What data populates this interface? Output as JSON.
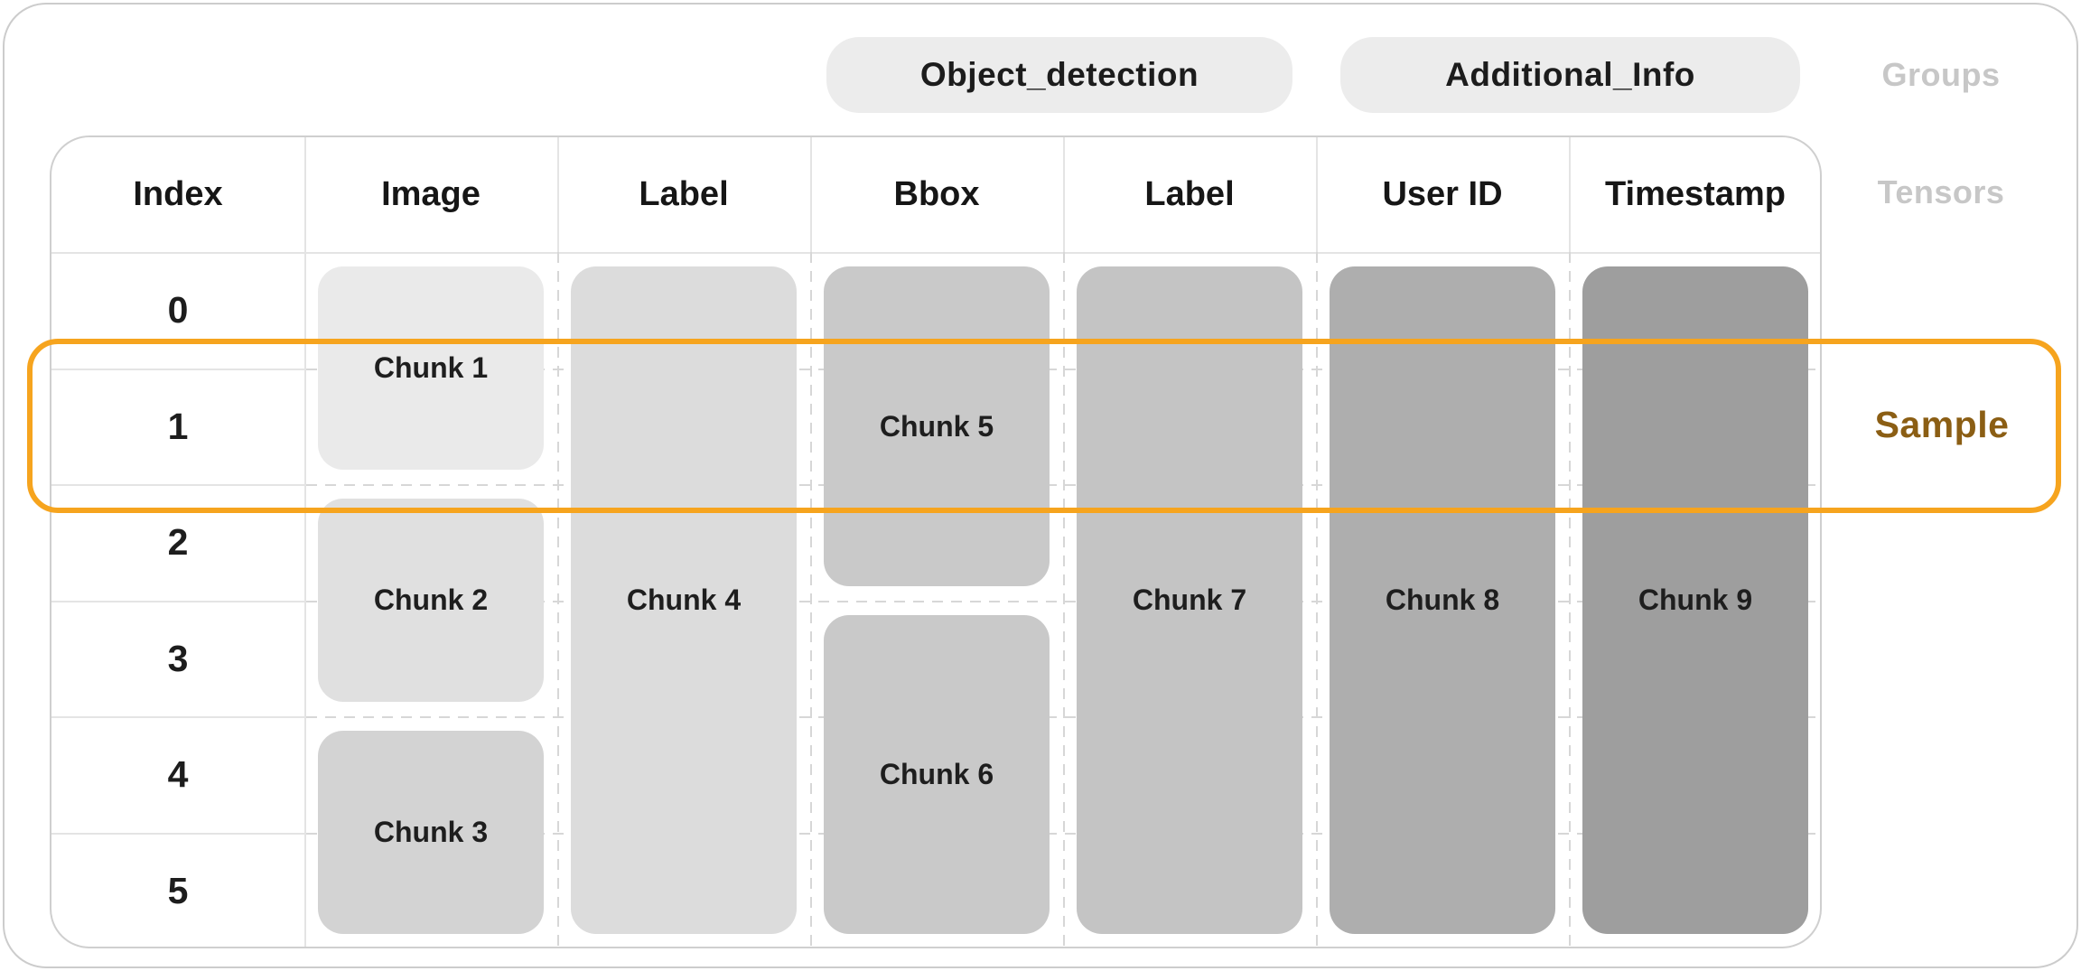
{
  "header": {
    "groups": [
      {
        "label": "Object_detection"
      },
      {
        "label": "Additional_Info"
      }
    ],
    "groups_caption": "Groups"
  },
  "table": {
    "tensors_caption": "Tensors",
    "columns": [
      "Index",
      "Image",
      "Label",
      "Bbox",
      "Label",
      "User ID",
      "Timestamp"
    ],
    "index_values": [
      "0",
      "1",
      "2",
      "3",
      "4",
      "5"
    ],
    "chunks": [
      {
        "label": "Chunk 1",
        "tensor": "Image",
        "rows": "0-1",
        "color": "#eaeaea"
      },
      {
        "label": "Chunk 2",
        "tensor": "Image",
        "rows": "2-3",
        "color": "#e0e0e0"
      },
      {
        "label": "Chunk 3",
        "tensor": "Image",
        "rows": "4-5",
        "color": "#d3d3d3"
      },
      {
        "label": "Chunk 4",
        "tensor": "Label",
        "rows": "0-5",
        "color": "#dcdcdc"
      },
      {
        "label": "Chunk 5",
        "tensor": "Bbox",
        "rows": "0-2",
        "color": "#c9c9c9"
      },
      {
        "label": "Chunk 6",
        "tensor": "Bbox",
        "rows": "3-5",
        "color": "#c9c9c9"
      },
      {
        "label": "Chunk 7",
        "tensor": "Label",
        "rows": "0-5",
        "color": "#c4c4c4"
      },
      {
        "label": "Chunk 8",
        "tensor": "User ID",
        "rows": "0-5",
        "color": "#aeaeae"
      },
      {
        "label": "Chunk 9",
        "tensor": "Timestamp",
        "rows": "0-5",
        "color": "#9e9e9e"
      }
    ]
  },
  "sample": {
    "caption": "Sample",
    "row_index": "1",
    "border_color": "#f6a41e",
    "text_color": "#8b5e14"
  }
}
